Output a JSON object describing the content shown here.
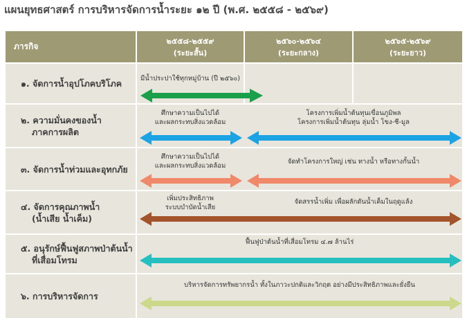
{
  "title": "แผนยุทธศาสตร์ การบริหารจัดการน้ำระยะ ๑๒ ปี (พ.ศ. ๒๕๕๘ - ๒๕๖๙)",
  "header": {
    "task_col": "ภารกิจ",
    "phases": [
      {
        "years": "๒๕๕๘-๒๕๕๙",
        "term": "(ระยะสั้น)"
      },
      {
        "years": "๒๕๖๐-๒๕๖๔",
        "term": "(ระยะกลาง)"
      },
      {
        "years": "๒๕๖๕-๒๕๖๙",
        "term": "(ระยะยาว)"
      }
    ]
  },
  "rows": [
    {
      "task": [
        "๑. จัดการน้ำอุปโภคบริโภค"
      ],
      "notes": [
        "มีน้ำประปาใช้ทุกหมู่บ้าน (ปี ๒๕๖๐)"
      ],
      "arrow_color": "#1aa04a"
    },
    {
      "task": [
        "๒. ความมั่นคงของน้ำ",
        "ภาคการผลิต"
      ],
      "notes": [
        "ศึกษาความเป็นไปได้",
        "และผลกระทบสิ่งแวดล้อม",
        "โครงการเพิ่มน้ำต้นทุนเขื่อนภูมิพล",
        "โครงการเพิ่มน้ำต้นทุน ลุ่มน้ำ โขง-ชี-มูล"
      ],
      "arrow_color": "#1ba3e4"
    },
    {
      "task": [
        "๓. จัดการน้ำท่วมและอุทกภัย"
      ],
      "notes": [
        "ศึกษาความเป็นไปได้",
        "และผลกระทบสิ่งแวดล้อม",
        "จัดทำโครงการใหญ่ เช่น ทางน้ำ หรือทางกั้นน้ำ"
      ],
      "arrow_color": "#f0886a"
    },
    {
      "task": [
        "๔. จัดการคุณภาพน้ำ",
        "(น้ำเสีย น้ำเค็ม)"
      ],
      "notes": [
        "เพิ่มประสิทธิภาพ",
        "ระบบบำบัดน้ำเสีย",
        "จัดสรรน้ำเพิ่ม เพื่อผลักดันน้ำเค็มในฤดูแล้ง"
      ],
      "arrow_color": "#a4542a"
    },
    {
      "task": [
        "๕. อนุรักษ์ฟื้นฟูสภาพป่าต้นน้ำ",
        "ที่เสื่อมโทรม"
      ],
      "notes": [
        "ฟื้นฟูป่าต้นน้ำที่เสื่อมโทรม ๔.๗ ล้านไร่"
      ],
      "arrow_color": "#26bfc0"
    },
    {
      "task": [
        "๖. การบริหารจัดการ"
      ],
      "notes": [
        "บริหารจัดการทรัพยากรน้ำ ทั้งในภาวะปกติและวิกฤต อย่างมีประสิทธิภาพและยั่งยืน"
      ],
      "arrow_color": "#cdd98a"
    }
  ],
  "colors": {
    "header_bg": "#9e9a73",
    "cell_bg": "#e8e5dc",
    "title": "#4a4a4a"
  }
}
